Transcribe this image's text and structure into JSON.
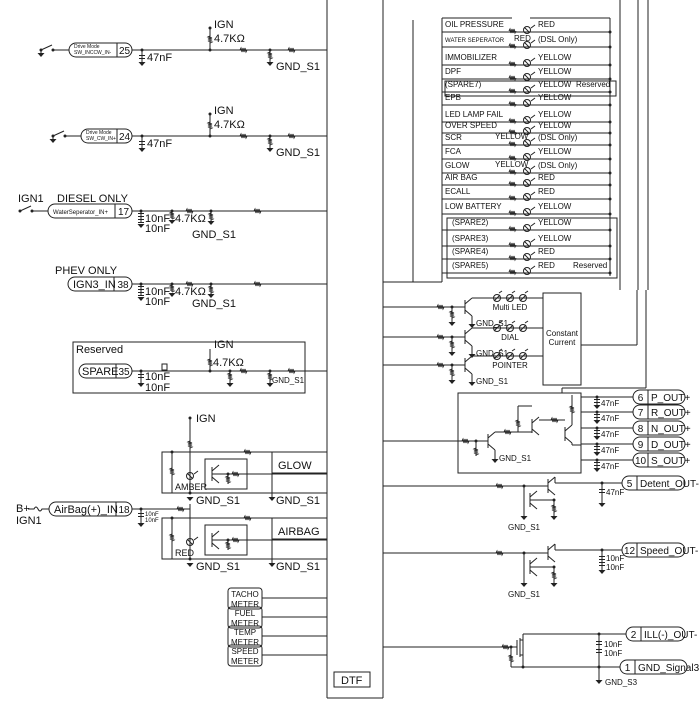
{
  "mcu": {
    "label": "DTF"
  },
  "nets": {
    "ign": "IGN",
    "ign1": "IGN1",
    "gnd_s1": "GND_S1",
    "gnd_s3": "GND_S3",
    "bplus": "B+"
  },
  "inputs": [
    {
      "pin": "25",
      "name_line1": "Drive Mode",
      "name_line2": "SW_INCCW_IN-",
      "cap": "47nF",
      "pullup": "4.7KΩ"
    },
    {
      "pin": "24",
      "name_line1": "Drive Mode",
      "name_line2": "SW_CW_IN+",
      "cap": "47nF",
      "pullup": "4.7KΩ"
    },
    {
      "pin": "17",
      "name": "WaterSeperator_IN+",
      "title": "DIESEL ONLY",
      "cap1": "10nF",
      "cap2": "10nF",
      "res": "4.7KΩ"
    },
    {
      "pin": "38",
      "name": "IGN3_IN",
      "title": "PHEV ONLY",
      "cap1": "10nF",
      "cap2": "10nF",
      "res": "4.7KΩ"
    },
    {
      "pin": "35",
      "name": "SPARE",
      "title": "Reserved",
      "cap1": "10nF",
      "cap2": "10nF",
      "res": "4.7KΩ"
    },
    {
      "pin": "18",
      "name": "AirBag(+)_IN",
      "cap1": "10nF",
      "cap2": "10nF"
    }
  ],
  "indicators": {
    "glow": "GLOW",
    "amber": "AMBER",
    "airbag": "AIRBAG",
    "red": "RED"
  },
  "meters": [
    {
      "line1": "TACHO",
      "line2": "METER"
    },
    {
      "line1": "FUEL",
      "line2": "METER"
    },
    {
      "line1": "TEMP",
      "line2": "METER"
    },
    {
      "line1": "SPEED",
      "line2": "METER"
    }
  ],
  "warning_lamps": [
    {
      "label": "OIL PRESSURE",
      "color": "RED",
      "note": ""
    },
    {
      "label": "WATER SEPERATOR",
      "color": "RED",
      "note": "(DSL Only)"
    },
    {
      "label": "IMMOBILIZER",
      "color": "YELLOW",
      "note": ""
    },
    {
      "label": "DPF",
      "color": "YELLOW",
      "note": ""
    },
    {
      "label": "(SPARE7)",
      "color": "YELLOW",
      "note": "Reserved"
    },
    {
      "label": "EPB",
      "color": "YELLOW",
      "note": ""
    },
    {
      "label": "LED LAMP FAIL",
      "color": "YELLOW",
      "note": ""
    },
    {
      "label": "OVER SPEED",
      "color": "YELLOW",
      "note": ""
    },
    {
      "label": "SCR",
      "color": "YELLOW",
      "note": "(DSL Only)"
    },
    {
      "label": "FCA",
      "color": "YELLOW",
      "note": ""
    },
    {
      "label": "GLOW",
      "color": "YELLOW",
      "note": "(DSL Only)"
    },
    {
      "label": "AIR BAG",
      "color": "RED",
      "note": ""
    },
    {
      "label": "ECALL",
      "color": "RED",
      "note": ""
    },
    {
      "label": "LOW BATTERY",
      "color": "YELLOW",
      "note": ""
    },
    {
      "label": "(SPARE2)",
      "color": "YELLOW",
      "note": ""
    },
    {
      "label": "(SPARE3)",
      "color": "YELLOW",
      "note": ""
    },
    {
      "label": "(SPARE4)",
      "color": "RED",
      "note": ""
    },
    {
      "label": "(SPARE5)",
      "color": "RED",
      "note": "Reserved"
    }
  ],
  "led_drivers": [
    {
      "label": "Multi LED"
    },
    {
      "label": "DIAL"
    },
    {
      "label": "POINTER"
    }
  ],
  "constant_current": {
    "line1": "Constant",
    "line2": "Current"
  },
  "gear_outputs": [
    {
      "pin": "6",
      "name": "P_OUT+",
      "cap": "47nF"
    },
    {
      "pin": "7",
      "name": "R_OUT+",
      "cap": "47nF"
    },
    {
      "pin": "8",
      "name": "N_OUT+",
      "cap": "47nF"
    },
    {
      "pin": "9",
      "name": "D_OUT+",
      "cap": "47nF"
    },
    {
      "pin": "10",
      "name": "S_OUT+",
      "cap": "47nF"
    }
  ],
  "outputs": [
    {
      "pin": "5",
      "name": "Detent_OUT-",
      "cap": "47nF"
    },
    {
      "pin": "12",
      "name": "Speed_OUT-",
      "cap1": "10nF",
      "cap2": "10nF"
    },
    {
      "pin": "2",
      "name": "ILL(-)_OUT-",
      "cap1": "10nF",
      "cap2": "10nF"
    },
    {
      "pin": "1",
      "name": "GND_Signal3"
    }
  ]
}
